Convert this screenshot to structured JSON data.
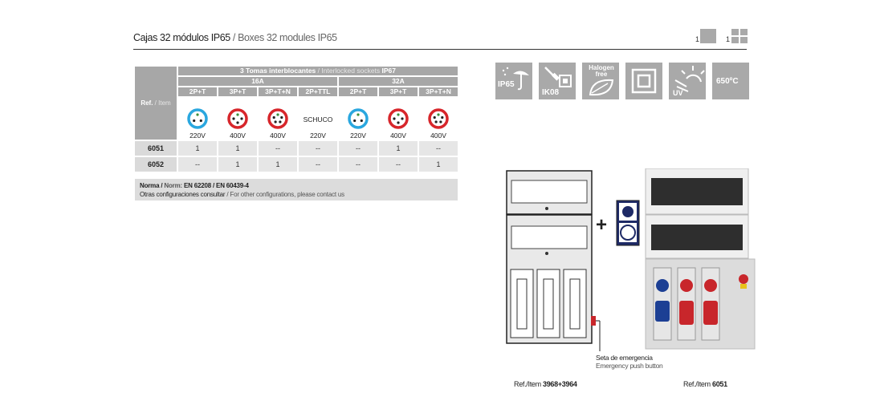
{
  "header": {
    "title_es": "Cajas 32 módulos IP65",
    "title_en": "/ Boxes 32 modules IP65",
    "pager_one": "1",
    "pager_two": "1"
  },
  "table": {
    "ref_label": "Ref.",
    "ref_label_en": "/ Item",
    "group_title_es": "3 Tomas interblocantes",
    "group_title_en": "/ Interlocked sockets",
    "group_title_ip": "IP67",
    "amp_groups": [
      "16A",
      "32A"
    ],
    "columns": [
      {
        "label": "2P+T",
        "icon": "socket-blue-3pin",
        "voltage": "220V",
        "color": "#2aa7df"
      },
      {
        "label": "3P+T",
        "icon": "socket-red-4pin",
        "voltage": "400V",
        "color": "#d7262b"
      },
      {
        "label": "3P+T+N",
        "icon": "socket-red-5pin",
        "voltage": "400V",
        "color": "#d7262b"
      },
      {
        "label": "2P+TTL",
        "icon": "",
        "text": "SCHUCO",
        "voltage": "220V",
        "color": ""
      },
      {
        "label": "2P+T",
        "icon": "socket-blue-3pin",
        "voltage": "220V",
        "color": "#2aa7df"
      },
      {
        "label": "3P+T",
        "icon": "socket-red-4pin",
        "voltage": "400V",
        "color": "#d7262b"
      },
      {
        "label": "3P+T+N",
        "icon": "socket-red-5pin",
        "voltage": "400V",
        "color": "#d7262b"
      }
    ],
    "rows": [
      {
        "ref": "6051",
        "values": [
          "1",
          "1",
          "--",
          "--",
          "--",
          "1",
          "--"
        ]
      },
      {
        "ref": "6052",
        "values": [
          "--",
          "1",
          "1",
          "--",
          "--",
          "--",
          "1"
        ]
      }
    ]
  },
  "note": {
    "norma_label": "Norma / ",
    "norm_label": "Norm:",
    "norm_value": " EN 62208 / EN 60439-4",
    "other_es": "Otras configuraciones consultar",
    "other_en": " / For other configurations, please contact us"
  },
  "badges": [
    {
      "icon": "umbrella-rain-icon",
      "text": "IP65"
    },
    {
      "icon": "impact-hammer-icon",
      "text": "IK08"
    },
    {
      "icon": "halogen-free-leaf-icon",
      "text": "Halogen free"
    },
    {
      "icon": "double-insulation-icon",
      "text": ""
    },
    {
      "icon": "uv-sun-icon",
      "text": "UV"
    },
    {
      "icon": "fire-resistance-icon",
      "text": "650ºC"
    }
  ],
  "figure": {
    "plus": "+",
    "emergency_es": "Seta de emergencia",
    "emergency_en": "Emergency push button",
    "ref_left_label": "Ref./Item",
    "ref_left_value": "3968+3964",
    "ref_right_label": "Ref./Item",
    "ref_right_value": "6051"
  }
}
